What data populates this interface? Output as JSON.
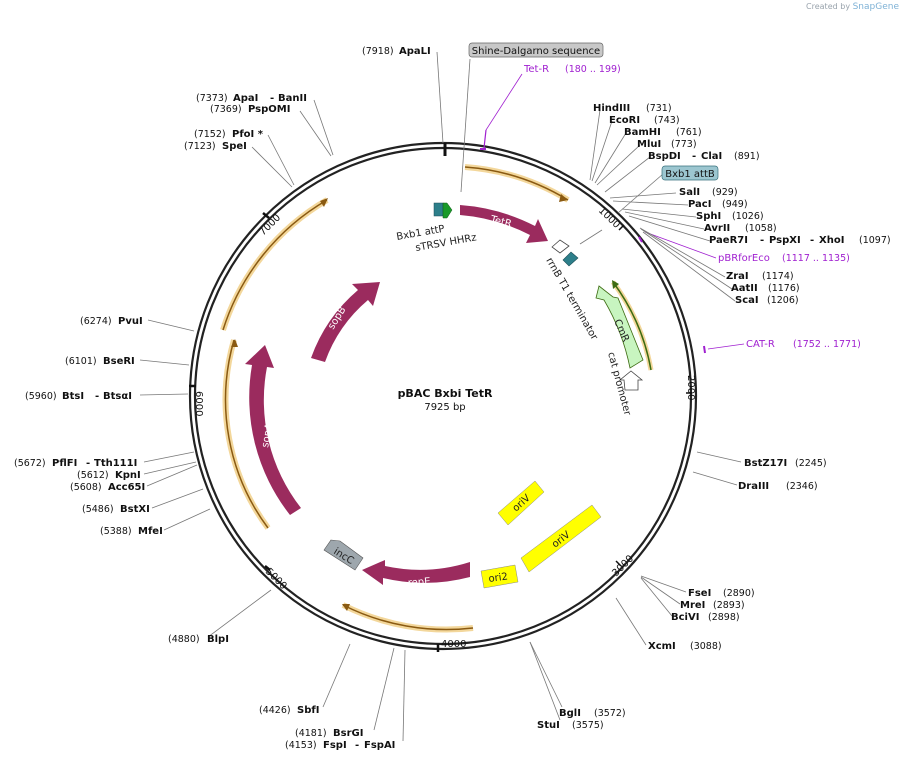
{
  "brand": {
    "prefix": "Created by",
    "name": "SnapGene"
  },
  "plasmid": {
    "name": "pBAC Bxbi TetR",
    "length": "7925 bp"
  },
  "ticks": [
    "1000",
    "2000",
    "3000",
    "4000",
    "5000",
    "6000",
    "7000"
  ],
  "sites": {
    "apaLI": {
      "name": "ApaLI",
      "pos": "(7918)"
    },
    "apaI": {
      "name": "ApaI",
      "pos": "(7373)",
      "extra": "BanII"
    },
    "pspOMI": {
      "name": "PspOMI",
      "pos": "(7369)"
    },
    "pfoI": {
      "name": "PfoI *",
      "pos": "(7152)"
    },
    "speI": {
      "name": "SpeI",
      "pos": "(7123)"
    },
    "hindIII": {
      "name": "HindIII",
      "pos": "(731)"
    },
    "ecoRI": {
      "name": "EcoRI",
      "pos": "(743)"
    },
    "bamHI": {
      "name": "BamHI",
      "pos": "(761)"
    },
    "mluI": {
      "name": "MluI",
      "pos": "(773)"
    },
    "bspDI": {
      "name": "BspDI",
      "extra": "ClaI",
      "pos": "(891)"
    },
    "salI": {
      "name": "SalI",
      "pos": "(929)"
    },
    "pacI": {
      "name": "PacI",
      "pos": "(949)"
    },
    "sphI": {
      "name": "SphI",
      "pos": "(1026)"
    },
    "avrII": {
      "name": "AvrII",
      "pos": "(1058)"
    },
    "paeR7I": {
      "name": "PaeR7I",
      "extra1": "PspXI",
      "extra2": "XhoI",
      "pos": "(1097)"
    },
    "zraI": {
      "name": "ZraI",
      "pos": "(1174)"
    },
    "aatII": {
      "name": "AatII",
      "pos": "(1176)"
    },
    "scaI": {
      "name": "ScaI",
      "pos": "(1206)"
    },
    "pvuI": {
      "name": "PvuI",
      "pos": "(6274)"
    },
    "bseRI": {
      "name": "BseRI",
      "pos": "(6101)"
    },
    "btsI": {
      "name": "BtsI",
      "extra": "BtsαI",
      "pos": "(5960)"
    },
    "pflFI": {
      "name": "PflFI",
      "extra": "Tth111I",
      "pos": "(5672)"
    },
    "kpnI": {
      "name": "KpnI",
      "pos": "(5612)"
    },
    "acc65I": {
      "name": "Acc65I",
      "pos": "(5608)"
    },
    "bstXI": {
      "name": "BstXI",
      "pos": "(5486)"
    },
    "mfeI": {
      "name": "MfeI",
      "pos": "(5388)"
    },
    "bstZ17I": {
      "name": "BstZ17I",
      "pos": "(2245)"
    },
    "draIII": {
      "name": "DraIII",
      "pos": "(2346)"
    },
    "fseI": {
      "name": "FseI",
      "pos": "(2890)"
    },
    "mreI": {
      "name": "MreI",
      "pos": "(2893)"
    },
    "bciVI": {
      "name": "BciVI",
      "pos": "(2898)"
    },
    "xcmI": {
      "name": "XcmI",
      "pos": "(3088)"
    },
    "bglI": {
      "name": "BglI",
      "pos": "(3572)"
    },
    "stuI": {
      "name": "StuI",
      "pos": "(3575)"
    },
    "blpI": {
      "name": "BlpI",
      "pos": "(4880)"
    },
    "sbfI": {
      "name": "SbfI",
      "pos": "(4426)"
    },
    "bsrGI": {
      "name": "BsrGI",
      "pos": "(4181)"
    },
    "fspI": {
      "name": "FspI",
      "extra": "FspAI",
      "pos": "(4153)"
    }
  },
  "primers": {
    "tetR": {
      "name": "Tet-R",
      "range": "(180 .. 199)"
    },
    "pBRforEco": {
      "name": "pBRforEco",
      "range": "(1117 .. 1135)"
    },
    "catR": {
      "name": "CAT-R",
      "range": "(1752 .. 1771)"
    }
  },
  "features": {
    "shineDalgarno": "Shine-Dalgarno sequence",
    "bxb1attB": "Bxb1 attB",
    "bxb1attP": "Bxb1 attP",
    "sTRSV": "sTRSV HHRz",
    "tetR": "TetR",
    "rrnB": "rrnB T1 terminator",
    "cmR": "CmR",
    "catPromoter": "cat promoter",
    "sopB": "sopB",
    "sopA": "sopA",
    "oriV1": "oriV",
    "oriV2": "oriV",
    "ori2": "ori2",
    "repE": "repE",
    "incC": "incC"
  },
  "colors": {
    "backbone": "#222222",
    "cds": "#9b2b5e",
    "orf": "#f5c46a",
    "origin": "#ffff00",
    "primer": "#a020d0",
    "attB": "#9cc6d0",
    "cmR": "#c8f5c0",
    "teal": "#2d7f8a"
  }
}
